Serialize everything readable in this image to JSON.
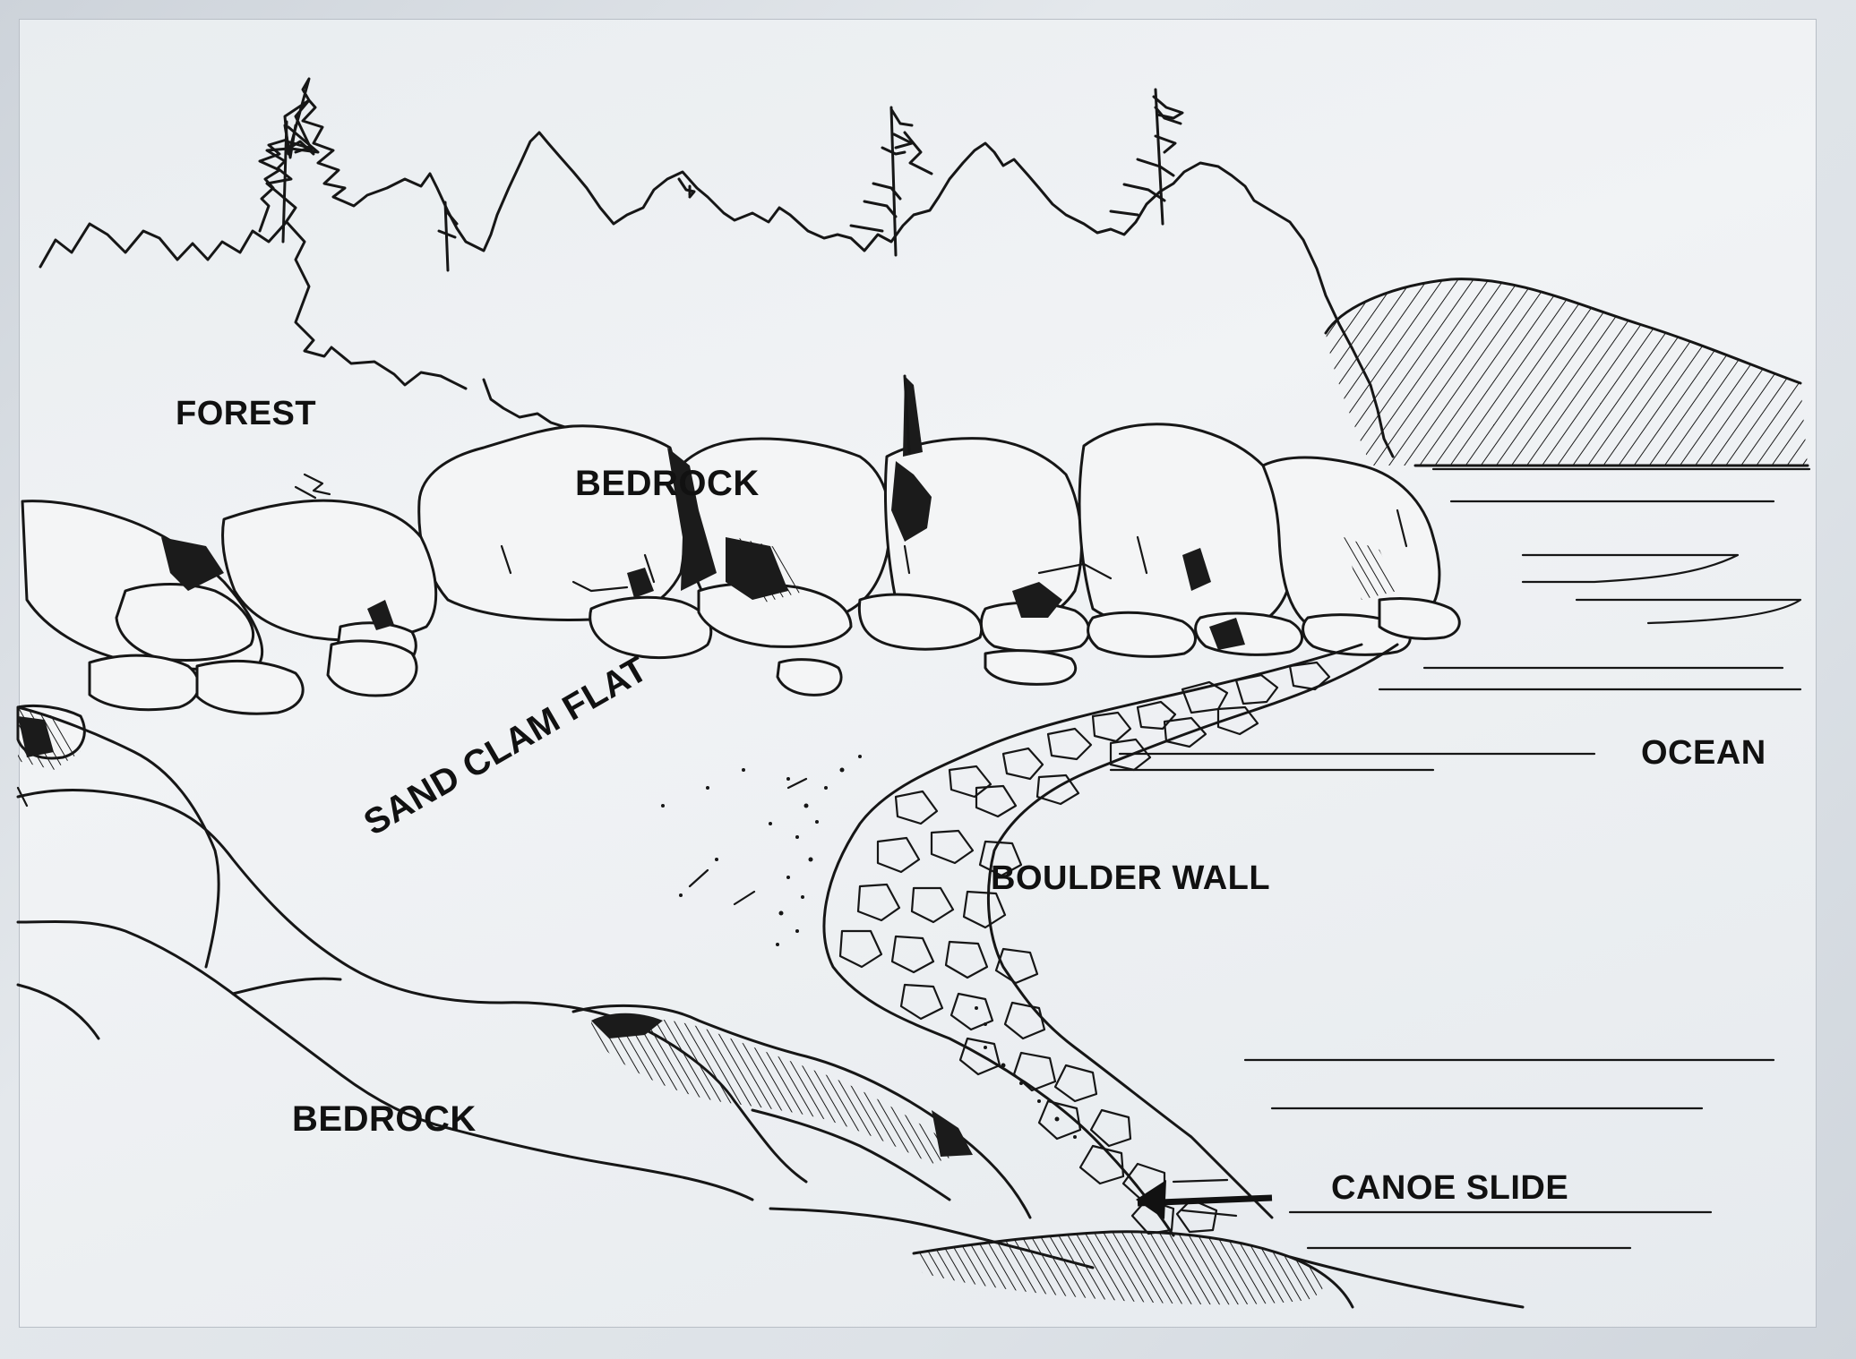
{
  "labels": {
    "forest": "FOREST",
    "bedrock_upper": "BEDROCK",
    "ocean": "OCEAN",
    "sand_clam_flat": "SAND CLAM FLAT",
    "boulder_wall": "BOULDER WALL",
    "bedrock_lower": "BEDROCK",
    "canoe_slide": "CANOE SLIDE"
  },
  "colors": {
    "ink": "#161616",
    "paper": "#eef1f3",
    "background": "#cdd3da"
  }
}
